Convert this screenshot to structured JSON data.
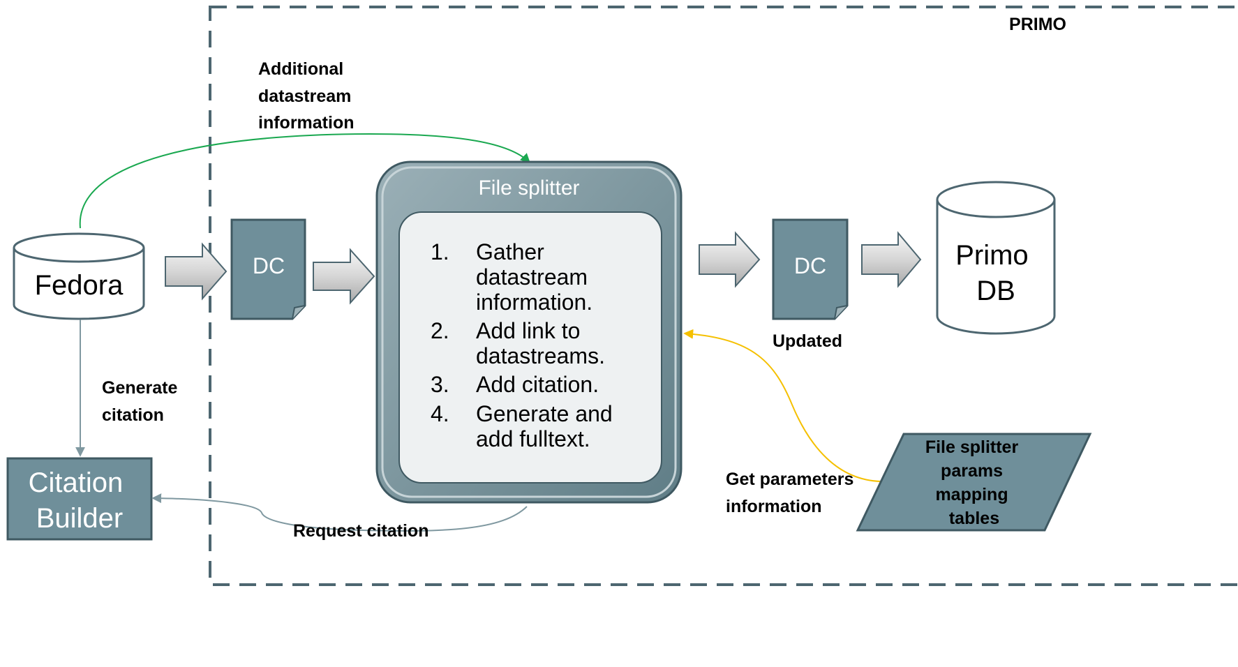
{
  "boundary": {
    "label": "PRIMO"
  },
  "fedora": {
    "label": "Fedora"
  },
  "citation_builder": {
    "line1": "Citation",
    "line2": "Builder"
  },
  "dc_input": {
    "label": "DC"
  },
  "dc_output": {
    "label": "DC",
    "caption": "Updated"
  },
  "primo_db": {
    "line1": "Primo",
    "line2": "DB"
  },
  "file_splitter": {
    "title": "File splitter",
    "steps": [
      {
        "num": "1.",
        "lines": [
          "Gather",
          "datastream",
          "information."
        ]
      },
      {
        "num": "2.",
        "lines": [
          "Add link to",
          "datastreams."
        ]
      },
      {
        "num": "3.",
        "lines": [
          "Add citation."
        ]
      },
      {
        "num": "4.",
        "lines": [
          "Generate and",
          "add fulltext."
        ]
      }
    ]
  },
  "params_table": {
    "lines": [
      "File splitter",
      "params",
      "mapping",
      "tables"
    ]
  },
  "edges": {
    "additional_info": [
      "Additional",
      "datastream",
      "information"
    ],
    "generate_citation": [
      "Generate",
      "citation"
    ],
    "request_citation": "Request citation",
    "get_parameters": [
      "Get parameters",
      "information"
    ]
  },
  "colors": {
    "slate": "#6f8f9a",
    "slate_dark": "#3f5962",
    "green_arrow": "#1aa850",
    "yellow_arrow": "#f5c000",
    "gray_arrow": "#7f98a0",
    "inner_panel": "#eef1f2"
  }
}
